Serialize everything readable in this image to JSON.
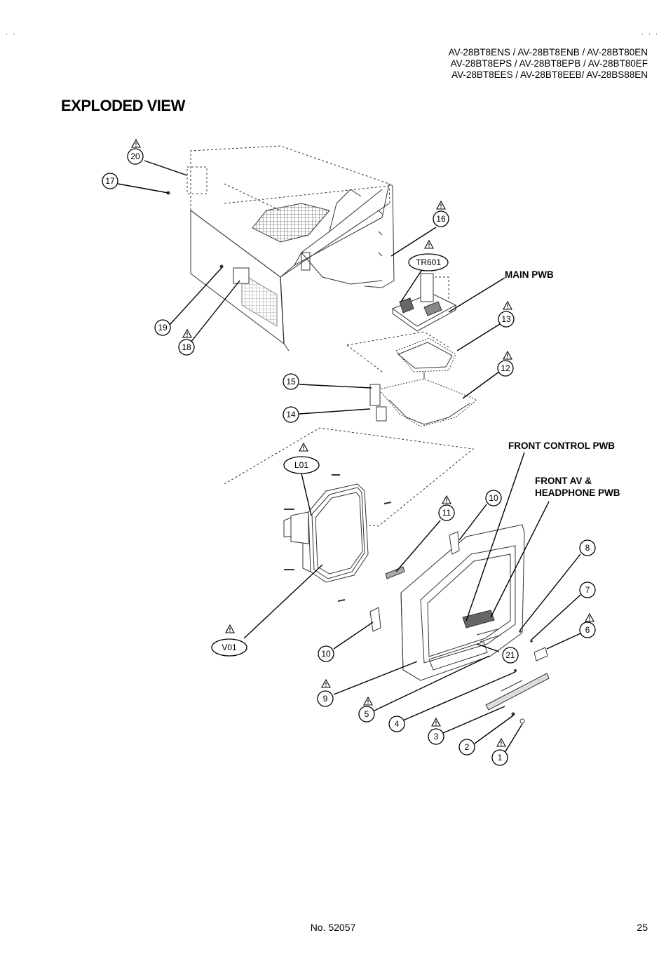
{
  "header": {
    "corner_left": ". .",
    "corner_right": ". . .",
    "models": [
      "AV-28BT8ENS / AV-28BT8ENB / AV-28BT80EN",
      "AV-28BT8EPS / AV-28BT8EPB / AV-28BT80EF",
      "AV-28BT8EES / AV-28BT8EEB/ AV-28BS88EN"
    ]
  },
  "title": "EXPLODED VIEW",
  "callouts": {
    "c20": "20",
    "c17": "17",
    "c16": "16",
    "tr601": "TR601",
    "c19": "19",
    "c18": "18",
    "c13": "13",
    "c12": "12",
    "c15": "15",
    "c14": "14",
    "l01": "L01",
    "c11": "11",
    "c10a": "10",
    "c10b": "10",
    "c8": "8",
    "c7": "7",
    "c6": "6",
    "v01": "V01",
    "c21": "21",
    "c9": "9",
    "c5": "5",
    "c4": "4",
    "c3": "3",
    "c2": "2",
    "c1": "1"
  },
  "labels": {
    "main_pwb": "MAIN PWB",
    "front_control_pwb": "FRONT CONTROL PWB",
    "front_av_line1": "FRONT AV &",
    "front_av_line2": "HEADPHONE PWB"
  },
  "footer": {
    "doc_no": "No.  52057",
    "page": "25"
  }
}
